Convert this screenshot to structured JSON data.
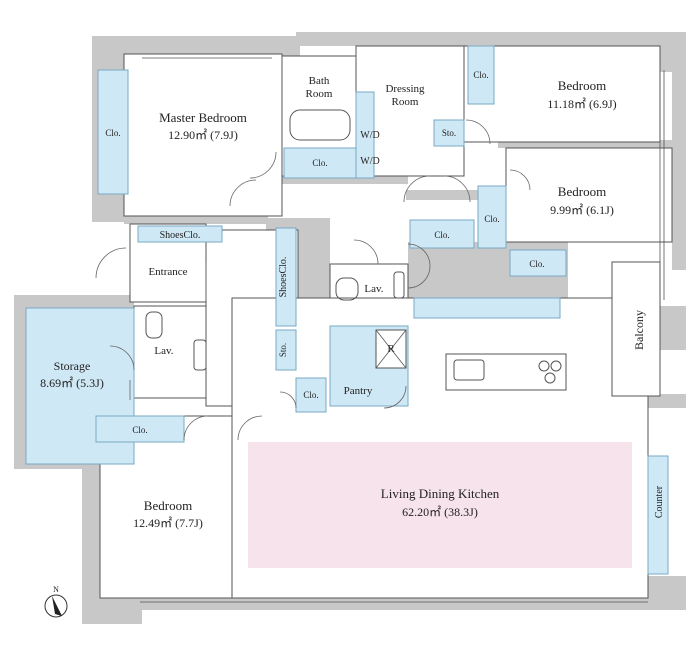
{
  "rooms": {
    "master_bedroom": {
      "name": "Master Bedroom",
      "area": "12.90㎡ (7.9J)"
    },
    "bath_room": {
      "line1": "Bath",
      "line2": "Room"
    },
    "dressing_room": {
      "line1": "Dressing",
      "line2": "Room"
    },
    "bedroom_ne": {
      "name": "Bedroom",
      "area": "11.18㎡ (6.9J)"
    },
    "bedroom_e": {
      "name": "Bedroom",
      "area": "9.99㎡ (6.1J)"
    },
    "entrance": {
      "name": "Entrance"
    },
    "storage": {
      "name": "Storage",
      "area": "8.69㎡ (5.3J)"
    },
    "lav_west": {
      "name": "Lav."
    },
    "lav_center": {
      "name": "Lav."
    },
    "pantry": {
      "name": "Pantry"
    },
    "bedroom_sw": {
      "name": "Bedroom",
      "area": "12.49㎡ (7.7J)"
    },
    "ldk": {
      "name": "Living Dining Kitchen",
      "area": "62.20㎡ (38.3J)"
    },
    "balcony": {
      "name": "Balcony"
    },
    "counter": {
      "name": "Counter"
    }
  },
  "closets": {
    "clo_west": "Clo.",
    "clo_master": "Clo.",
    "clo_ne": "Clo.",
    "sto_dressing": "Sto.",
    "wd_1": "W/D",
    "wd_2": "W/D",
    "shoes_clo": "ShoesClo.",
    "shoes_clo_vertical": "ShoesClo.",
    "clo_center": "Clo.",
    "clo_bed_e1": "Clo.",
    "clo_bed_e2": "Clo.",
    "sto_small": "Sto.",
    "clo_pantry": "Clo.",
    "clo_bed_sw": "Clo.",
    "refrigerator": "R"
  },
  "compass": {
    "label": "N"
  },
  "colors": {
    "wall": "#c8c8c8",
    "closet_fill": "#cfe8f5",
    "closet_stroke": "#7aa8c4",
    "ldk_fill": "#f6e3ec",
    "floor": "#ffffff",
    "line": "#555555"
  }
}
